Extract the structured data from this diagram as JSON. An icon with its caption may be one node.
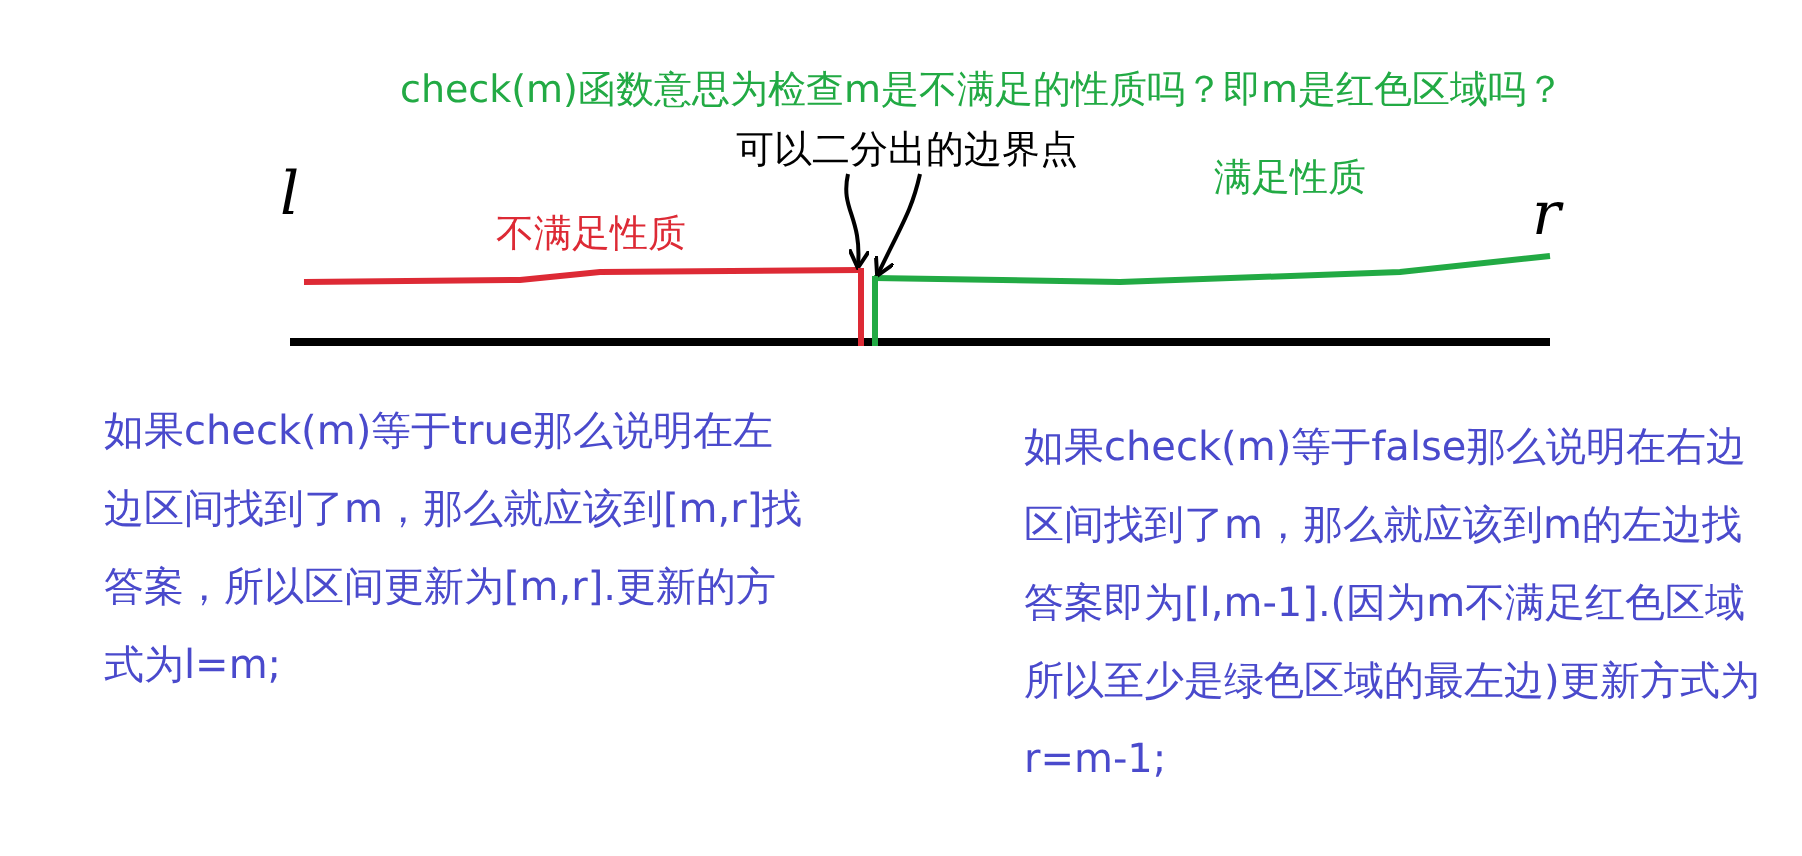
{
  "diagram": {
    "title": "check(m)函数意思为检查m是不满足的性质吗？即m是红色区域吗？",
    "nodes": [
      {
        "text": [
          "可以二分出的边界点"
        ]
      },
      {
        "text": [],
        "shape": "bar"
      },
      {
        "text": [],
        "shape": "bar"
      }
    ],
    "edges": [
      {
        "from": 0,
        "to": 1,
        "arrow": "to"
      },
      {
        "from": 0,
        "to": 2,
        "arrow": "to"
      }
    ],
    "labels": [
      "l",
      "不满足性质",
      "满足性质",
      "r",
      "如果check(m)等于true那么说明在左边区间找到了m，那么就应该到[m,r]找答案，所以区间更新为[m,r].更新的方式为l=m;",
      "如果check(m)等于false那么说明在右边区间找到了m，那么就应该到m的左边找答案即为[l,m-1].(因为m不满足红色区域所以至少是绿色区域的最左边)更新方式为r=m-1;"
    ]
  }
}
